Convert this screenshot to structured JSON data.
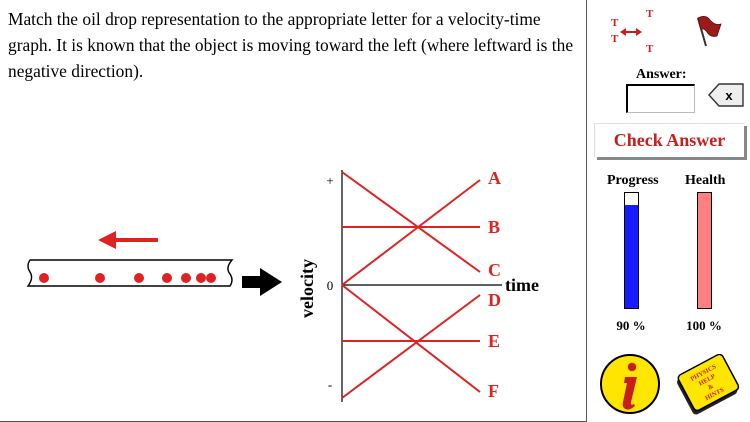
{
  "question": {
    "text": "Match the oil drop representation to the appropriate letter for a velocity-time graph.  It is known that the object is moving toward the left (where leftward is the negative direction)."
  },
  "graph": {
    "y_axis_label": "velocity",
    "x_axis_label": "time",
    "plus_label": "+",
    "zero_label": "0",
    "minus_label": "-",
    "line_color": "#e02222",
    "letters": [
      "A",
      "B",
      "C",
      "D",
      "E",
      "F"
    ]
  },
  "tape": {
    "direction": "left",
    "drop_color": "#e02222"
  },
  "sidebar": {
    "answer_label": "Answer:",
    "answer_value": "",
    "backspace_label": "x",
    "check_button_label": "Check Answer",
    "progress_label": "Progress",
    "health_label": "Health",
    "progress_value": 90,
    "health_value": 100,
    "progress_text": "90 %",
    "health_text": "100 %",
    "progress_color": "#1a1aff",
    "health_color": "#ff8080",
    "help_book_text": [
      "PHYSICS",
      "HELP",
      "&",
      "HINTS"
    ],
    "move_icon_letters": [
      "T",
      "T",
      "T",
      "T"
    ]
  }
}
